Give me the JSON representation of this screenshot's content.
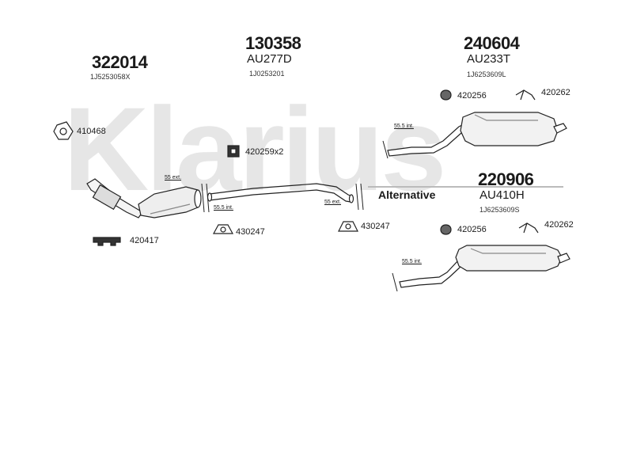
{
  "watermark": "Klarius",
  "groups": [
    {
      "part_number": "322014",
      "oem_number": "1J5253058X"
    },
    {
      "part_number": "130358",
      "code": "AU277D",
      "oem_number": "1J0253201"
    },
    {
      "part_number": "240604",
      "code": "AU233T",
      "oem_number": "1J6253609L"
    },
    {
      "part_number": "220906",
      "code": "AU410H",
      "oem_number": "1J6253609S"
    }
  ],
  "fittings": {
    "f410468": "410468",
    "f420259": "420259x2",
    "f420417": "420417",
    "f430247a": "430247",
    "f430247b": "430247",
    "f420256a": "420256",
    "f420262a": "420262",
    "f420256b": "420256",
    "f420262b": "420262"
  },
  "dimensions": {
    "d1": "55 ext.",
    "d2": "55.5 int.",
    "d3": "55 ext.",
    "d4": "55.5 int.",
    "d5": "55.5 int."
  },
  "alternative_label": "Alternative"
}
